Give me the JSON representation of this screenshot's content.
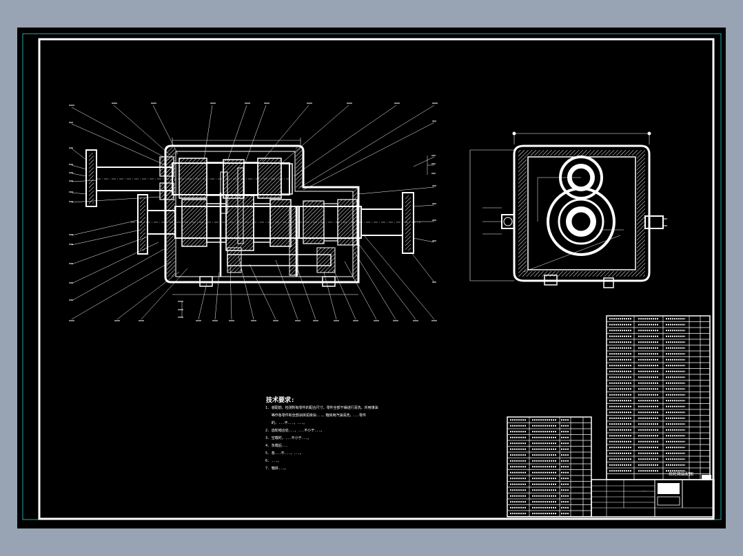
{
  "colors": {
    "background": "#98a3b3",
    "sheet": "#000000",
    "line": "#ffffff",
    "border_accent": "#2fd3d3",
    "hatch": "#ffffff"
  },
  "technical_requirements": {
    "title": "技术要求:",
    "lines": [
      "1. 装配前，检测所有零件的配合尺寸，零件全部干燥进行清洗，并用煤油",
      "   等作各零件和全部涂抹润滑油...，箱体用汽油清洗，...零件",
      "   的，...不...，...。",
      "2. 齿轮啮合处...，...不小于...。",
      "3. 空载时，...不小于...。",
      "4. 负载后...",
      "5. 各...不...，...。",
      "6. ...。",
      "7. 箱体...。"
    ]
  },
  "title_block": {
    "name": "齿轮箱装配图",
    "code": "..."
  }
}
